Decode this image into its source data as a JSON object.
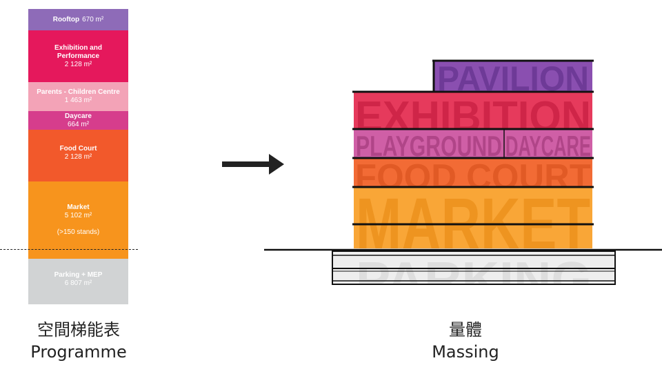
{
  "programme": {
    "blocks": [
      {
        "id": "rooftop",
        "name": "Rooftop",
        "area": "670 m²",
        "color": "#8e6bb8",
        "layout": "roof"
      },
      {
        "id": "exhibition",
        "name": "Exhibition and\nPerformance",
        "area": "2 128 m²",
        "color": "#e5185c"
      },
      {
        "id": "parents",
        "name": "Parents - Children Centre",
        "area": "1 463 m²",
        "color": "#f3a3b7"
      },
      {
        "id": "daycare",
        "name": "Daycare",
        "area": "664 m²",
        "color": "#d63d8c"
      },
      {
        "id": "food-court",
        "name": "Food Court",
        "area": "2 128 m²",
        "color": "#f2592b",
        "layout": "top"
      },
      {
        "id": "market",
        "name": "Market",
        "area": "5 102 m²",
        "extra": "(>150 stands)",
        "color": "#f7941d"
      },
      {
        "id": "parking",
        "name": "Parking + MEP",
        "area": "6 807 m²",
        "color": "#d1d3d4"
      }
    ]
  },
  "massing": {
    "words": {
      "pavilion": "PAVILION",
      "exhibition": "EXHIBITION",
      "playground": "PLAYGROUND",
      "daycare": "DAYCARE",
      "food_court": "FOOD COURT",
      "market": "MARKET",
      "parking": "PARKING"
    },
    "colors": {
      "pavilion": "#8a4fb0",
      "pavilion_text": "#6e3a97",
      "exhibition": "#e63a5c",
      "exhibition_text": "#cf2548",
      "playground": "#cf5fa6",
      "playground_text": "#b04588",
      "food_court": "#f26b35",
      "food_court_text": "#e15a25",
      "market": "#f9a637",
      "market_text": "#ee9420",
      "parking": "#eeeeee",
      "parking_text": "#dedede",
      "line": "#111111"
    }
  },
  "arrow": {
    "icon": "right-arrow-icon",
    "color": "#222222"
  },
  "captions": {
    "left_zh": "空間梯能表",
    "left_en": "Programme",
    "right_zh": "量體",
    "right_en": "Massing"
  }
}
